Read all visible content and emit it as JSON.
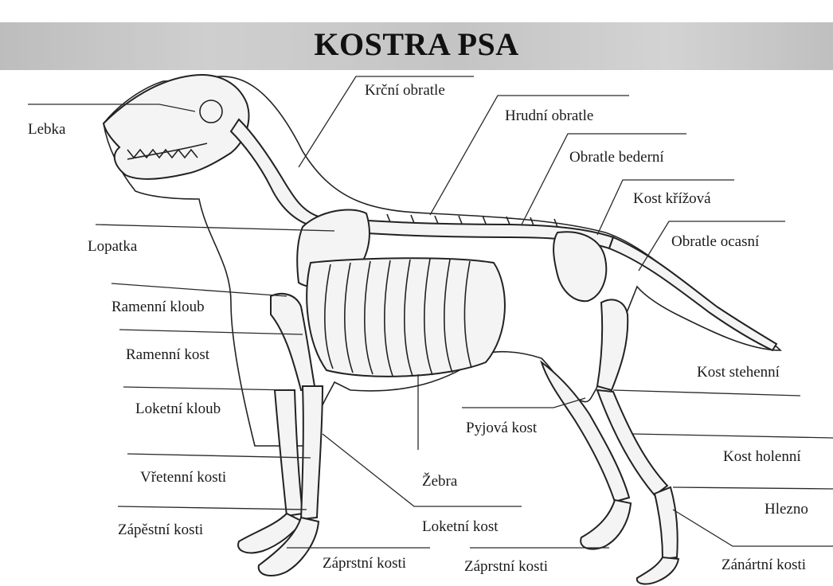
{
  "title": "KOSTRA PSA",
  "labels": {
    "lebka": "Lebka",
    "krcni_obratle": "Krční obratle",
    "hrudni_obratle": "Hrudní obratle",
    "obratle_bederni": "Obratle bederní",
    "kost_krizova": "Kost křížová",
    "obratle_ocasni": "Obratle ocasní",
    "lopatka": "Lopatka",
    "ramenni_kloub": "Ramenní kloub",
    "ramenni_kost": "Ramenní kost",
    "loketni_kloub": "Loketní kloub",
    "vretenni_kosti": "Vřetenní kosti",
    "zapestni_kosti": "Zápěstní kosti",
    "zaprstni_kosti_front": "Záprstní kosti",
    "zebra": "Žebra",
    "loketni_kost": "Loketní kost",
    "pyjova_kost": "Pyjová kost",
    "zaprstni_kosti_rear": "Záprstní kosti",
    "kost_stehenni": "Kost stehenní",
    "kost_holenni": "Kost holenní",
    "hlezno": "Hlezno",
    "zanartni_kosti": "Zánártní kosti"
  }
}
